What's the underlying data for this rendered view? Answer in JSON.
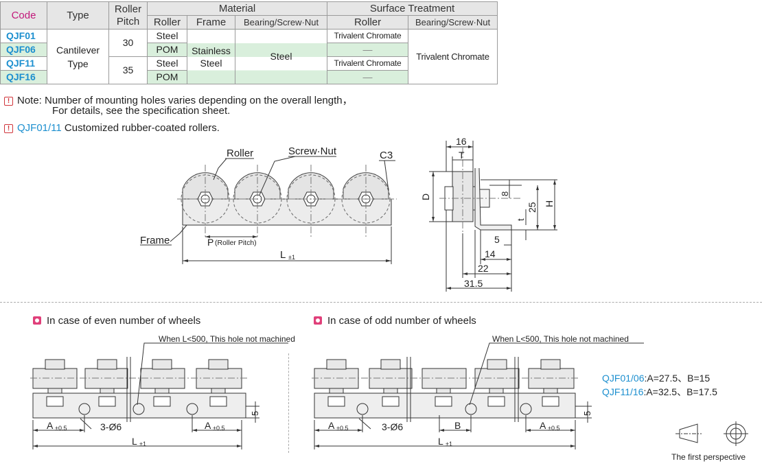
{
  "table": {
    "headers": {
      "code": "Code",
      "type": "Type",
      "roller_pitch": "Roller Pitch",
      "material": "Material",
      "surface": "Surface Treatment",
      "roller": "Roller",
      "frame": "Frame",
      "bearing": "Bearing/Screw·Nut"
    },
    "codes": [
      "QJF01",
      "QJF06",
      "QJF11",
      "QJF16"
    ],
    "type_value": "Cantilever Type",
    "pitches": [
      "30",
      "35"
    ],
    "roller_materials": [
      "Steel",
      "POM",
      "Steel",
      "POM"
    ],
    "frame_material": "Stainless Steel",
    "bearing_material": "Steel",
    "roller_surface": [
      "Trivalent Chromate",
      "—",
      "Trivalent Chromate",
      "—"
    ],
    "bearing_surface": "Trivalent Chromate"
  },
  "notes": {
    "note1_line1": "Note: Number of mounting holes varies depending on the overall length，",
    "note1_line2": "For details, see the specification sheet.",
    "note2_code": "QJF01/11",
    "note2_text": " Customized rubber-coated rollers."
  },
  "diagram_top": {
    "roller": "Roller",
    "screw_nut": "Screw·Nut",
    "c3": "C3",
    "frame": "Frame",
    "pitch": "P",
    "pitch_note": "(Roller Pitch)",
    "length": "L",
    "length_tol": "±1"
  },
  "diagram_side": {
    "d16": "16",
    "t_upper": "T",
    "d": "D",
    "d8": "8",
    "d25": "25",
    "h": "H",
    "t_lower": "t",
    "d5": "5",
    "d14": "14",
    "d22": "22",
    "d31_5": "31.5"
  },
  "sections": {
    "even": "In case of even number of wheels",
    "odd": "In case of odd number of wheels",
    "hole_note": "When L<500,  This hole not machined"
  },
  "bottom_dims": {
    "a": "A",
    "a_tol": "±0.5",
    "holes": "3-Ø6",
    "b": "B",
    "five": "5",
    "l": "L",
    "l_tol": "±1"
  },
  "ab_values": [
    {
      "code": "QJF01/06",
      "text": ":A=27.5、B=15"
    },
    {
      "code": "QJF11/16",
      "text": ":A=32.5、B=17.5"
    }
  ],
  "perspective": "The first perspective"
}
